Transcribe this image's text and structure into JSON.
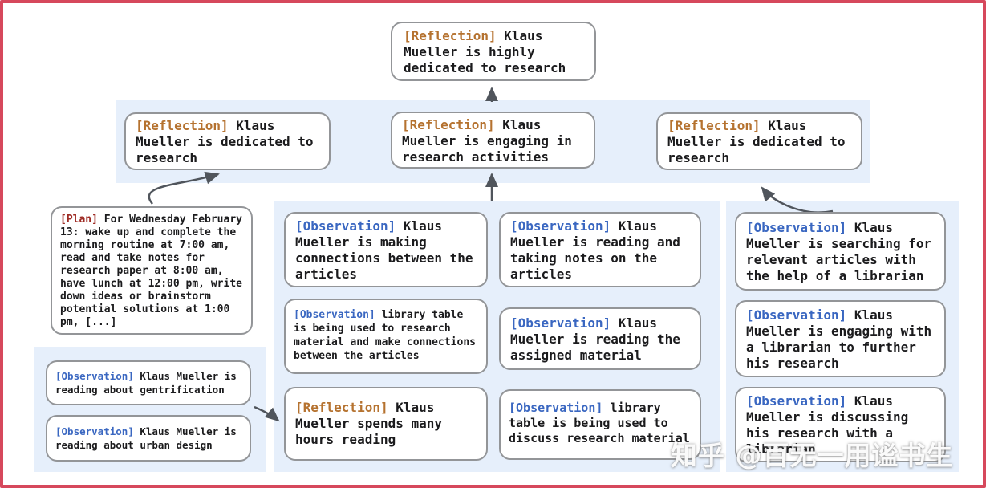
{
  "colors": {
    "frame_border": "#d6485c",
    "panel_blue": "#e6effb",
    "box_border": "#939598",
    "reflection_tag": "#b5722f",
    "observation_tag": "#3a67c1",
    "plan_tag": "#9e2b24",
    "body_text": "#1b1b1d",
    "arrow": "#50555c"
  },
  "watermark": "知乎 @百无一用谧书生",
  "nodes": {
    "root_reflection": {
      "tag": "[Reflection]",
      "text": "Klaus Mueller is highly dedicated to research"
    },
    "reflection_left": {
      "tag": "[Reflection]",
      "text": "Klaus Mueller is dedicated to research"
    },
    "reflection_middle": {
      "tag": "[Reflection]",
      "text": "Klaus Mueller is engaging in research activities"
    },
    "reflection_right": {
      "tag": "[Reflection]",
      "text": "Klaus Mueller is dedicated to research"
    },
    "plan": {
      "tag": "[Plan]",
      "text": "For Wednesday February 13: wake up and complete the morning routine at 7:00 am, read and take notes for research paper at 8:00 am, have lunch at 12:00 pm, write down ideas or brainstorm potential solutions at 1:00 pm, [...]"
    },
    "obs_gentrification": {
      "tag": "[Observation]",
      "text": "Klaus Mueller is reading about gentrification"
    },
    "obs_urban_design": {
      "tag": "[Observation]",
      "text": "Klaus Mueller is reading about urban design"
    },
    "obs_making_connections": {
      "tag": "[Observation]",
      "text": "Klaus Mueller is making connections between the articles"
    },
    "obs_library_table_research": {
      "tag": "[Observation]",
      "text": "library table is being used to research material and make connections between the articles"
    },
    "reflection_hours_reading": {
      "tag": "[Reflection]",
      "text": "Klaus Mueller spends many hours reading"
    },
    "obs_reading_taking_notes": {
      "tag": "[Observation]",
      "text": "Klaus Mueller is reading and taking notes on the articles"
    },
    "obs_reading_assigned": {
      "tag": "[Observation]",
      "text": "Klaus Mueller is reading the assigned material"
    },
    "obs_library_table_discuss": {
      "tag": "[Observation]",
      "text": "library table is being used to discuss research material"
    },
    "obs_searching_articles": {
      "tag": "[Observation]",
      "text": "Klaus Mueller is searching for relevant articles with the help of a librarian"
    },
    "obs_engaging_librarian": {
      "tag": "[Observation]",
      "text": "Klaus Mueller is engaging with a librarian to further his research"
    },
    "obs_discussing_research": {
      "tag": "[Observation]",
      "text": "Klaus Mueller is discussing his research with a librarian"
    }
  }
}
